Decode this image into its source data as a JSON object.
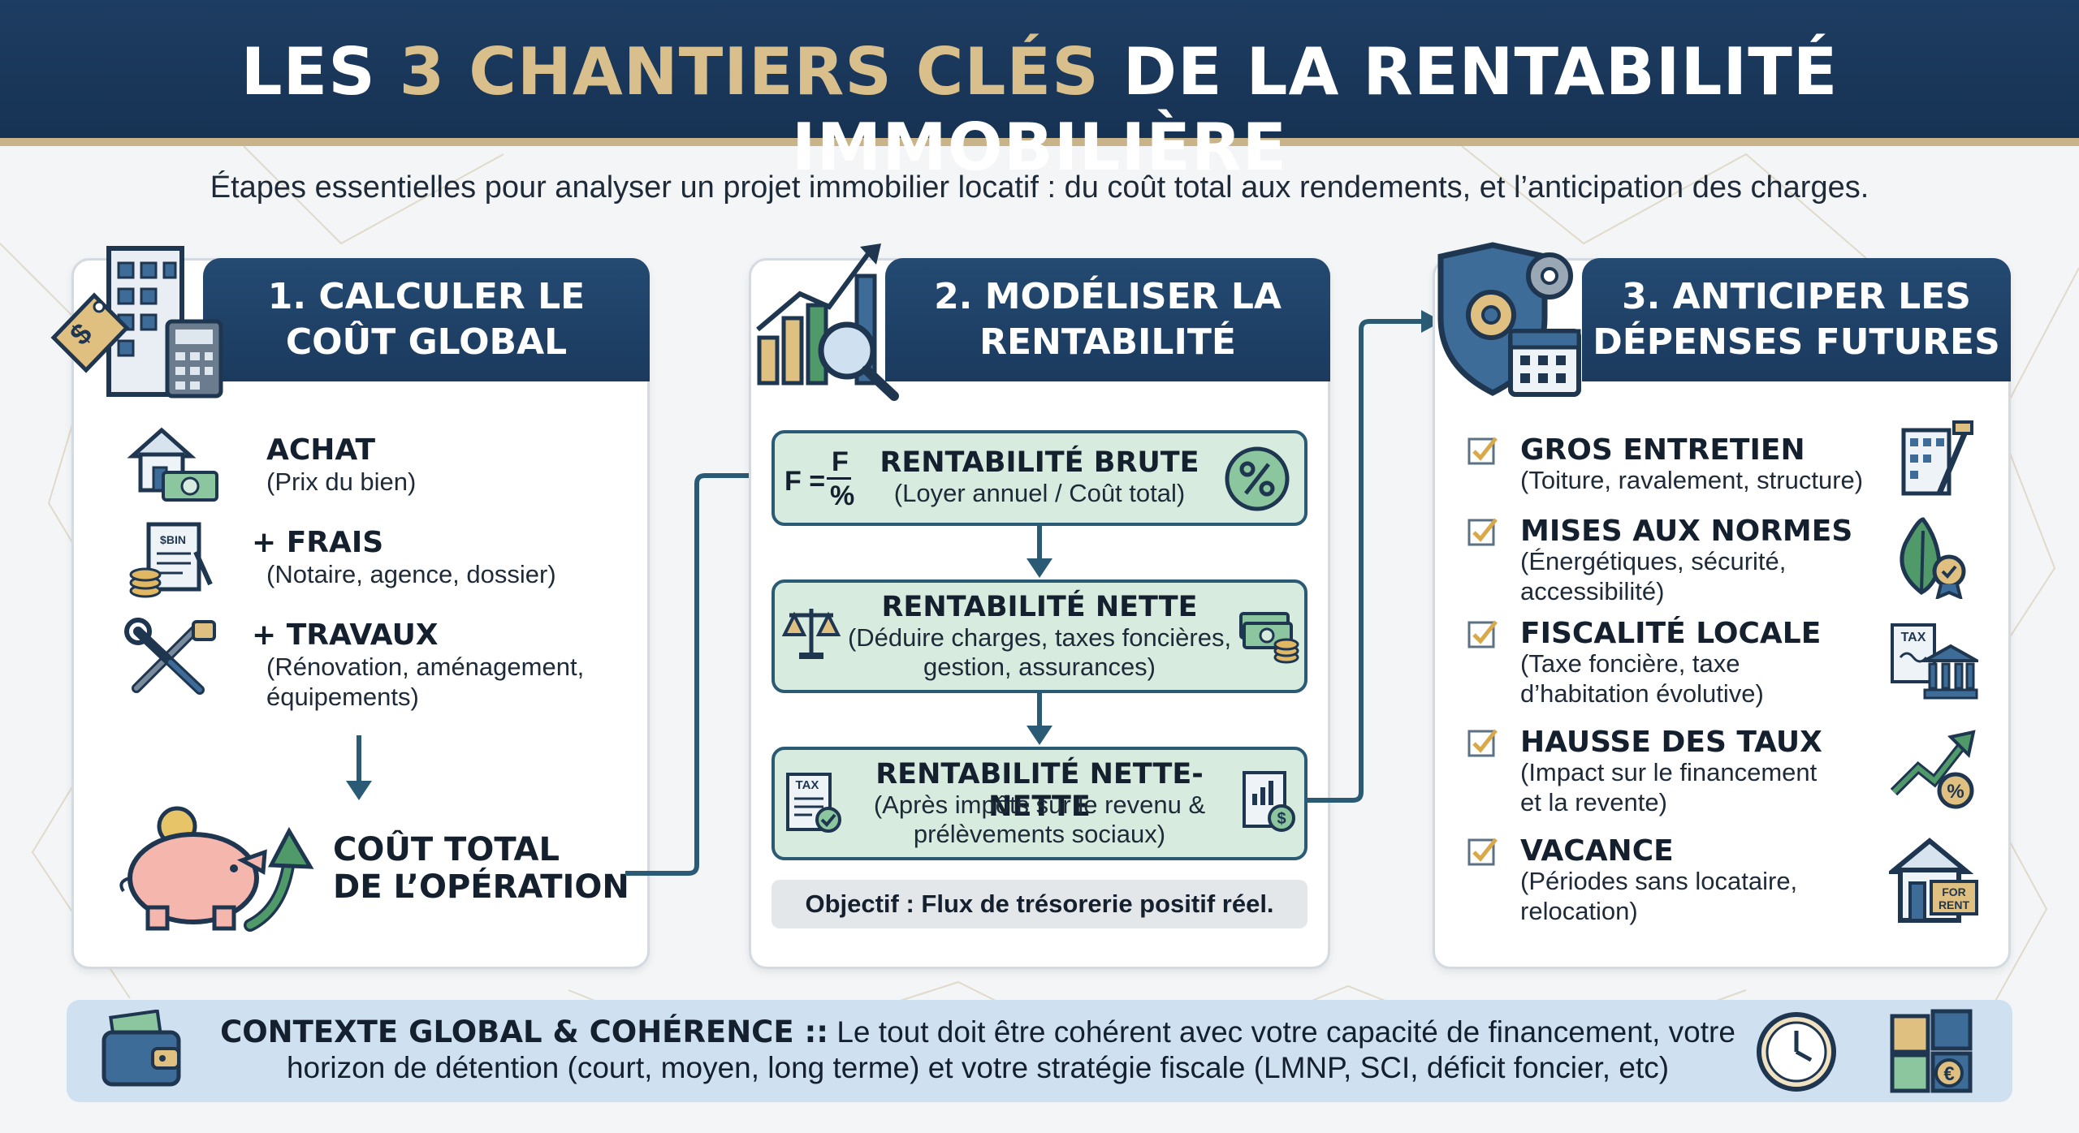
{
  "header": {
    "title_part1": "LES ",
    "title_accent": "3 CHANTIERS CLÉS",
    "title_part2": " DE LA RENTABILITÉ IMMOBILIÈRE",
    "subtitle": "Étapes essentielles pour analyser un projet immobilier locatif : du coût total aux rendements, et l’anticipation des charges."
  },
  "col1": {
    "title_line1": "1. CALCULER LE",
    "title_line2": "COÛT GLOBAL",
    "items": [
      {
        "title": "ACHAT",
        "sub": "(Prix du bien)",
        "icon": "house-money-icon"
      },
      {
        "title": "+ FRAIS",
        "sub": "(Notaire, agence, dossier)",
        "icon": "document-coins-icon",
        "doc_label": "$BIN"
      },
      {
        "title": "+ TRAVAUX",
        "sub1": "(Rénovation, aménagement,",
        "sub2": "équipements)",
        "icon": "tools-icon"
      }
    ],
    "total_line1": "COÛT TOTAL",
    "total_line2": "DE L’OPÉRATION",
    "tag_symbol": "$"
  },
  "col2": {
    "title_line1": "2. MODÉLISER LA",
    "title_line2": "RENTABILITÉ",
    "formula": {
      "lhs": "F =",
      "num": "F",
      "den": "%"
    },
    "boxes": [
      {
        "title": "RENTABILITÉ BRUTE",
        "sub1": "(Loyer annuel / Coût total)",
        "icon": "percent-icon"
      },
      {
        "title": "RENTABILITÉ NETTE",
        "sub1": "(Déduire charges, taxes foncières,",
        "sub2": "gestion, assurances)",
        "icon": "scale-icon"
      },
      {
        "title": "RENTABILITÉ NETTE-NETTE",
        "sub1": "(Après impôts sur le revenu &",
        "sub2": "prélèvements sociaux)",
        "icon": "tax-doc-icon",
        "icon_label": "TAX"
      }
    ],
    "objective": "Objectif : Flux de trésorerie positif réel."
  },
  "col3": {
    "title_line1": "3. ANTICIPER LES",
    "title_line2": "DÉPENSES FUTURES",
    "items": [
      {
        "title": "GROS ENTRETIEN",
        "sub1": "(Toiture, ravalement, structure)",
        "icon": "building-repair-icon"
      },
      {
        "title": "MISES AUX NORMES",
        "sub1": "(Énergétiques, sécurité,",
        "sub2": "accessibilité)",
        "icon": "eco-badge-icon"
      },
      {
        "title": "FISCALITÉ LOCALE",
        "sub1": "(Taxe foncière, taxe",
        "sub2": "d’habitation évolutive)",
        "icon": "tax-bank-icon",
        "icon_label": "TAX"
      },
      {
        "title": "HAUSSE DES TAUX",
        "sub1": "(Impact sur le financement",
        "sub2": "et la revente)",
        "icon": "trend-percent-icon",
        "icon_symbol": "%"
      },
      {
        "title": "VACANCE",
        "sub1": "(Périodes sans locataire,",
        "sub2": "relocation)",
        "icon": "house-for-rent-icon",
        "icon_label1": "FOR",
        "icon_label2": "RENT"
      }
    ]
  },
  "footer": {
    "label": "CONTEXTE GLOBAL & COHÉRENCE ::",
    "text1": " Le tout doit être cohérent avec votre capacité de financement, votre",
    "text2": "horizon de détention (court, moyen, long terme) et votre stratégie fiscale (LMNP, SCI, déficit foncier, etc)",
    "euro_symbol": "€"
  },
  "colors": {
    "navy": "#1b3a5e",
    "gold": "#d8bf8c",
    "mint": "#d8ebdf",
    "teal": "#2b5a74",
    "footer": "#cfe1f1"
  }
}
